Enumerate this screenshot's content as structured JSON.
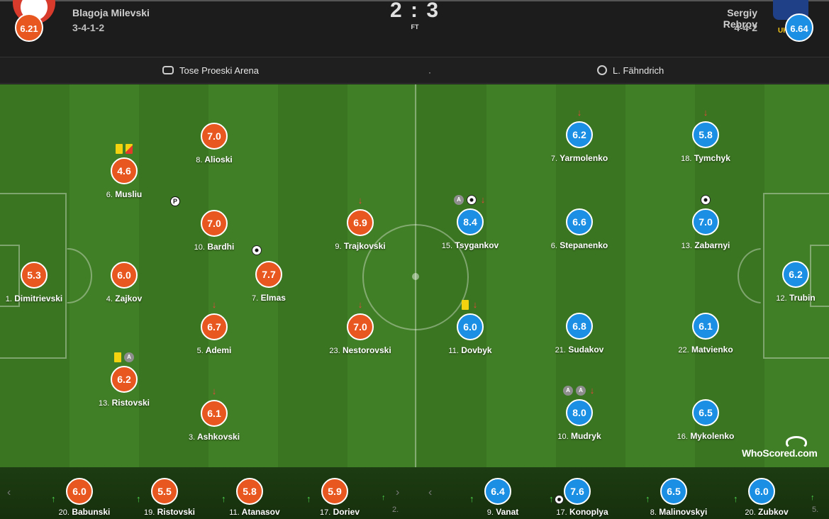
{
  "header": {
    "home": {
      "rating": "6.21",
      "coach": "Blagoja Milevski",
      "formation": "3-4-1-2"
    },
    "away": {
      "rating": "6.64",
      "coach": "Sergiy Rebrov",
      "formation": "4-4-2",
      "logo_text": "UK"
    },
    "score": "2 : 3",
    "status": "FT"
  },
  "venue": {
    "stadium": "Tose Proeski Arena",
    "separator": "·",
    "referee": "L. Fähndrich"
  },
  "colors": {
    "home": "#e8571f",
    "away": "#1a8fe3",
    "pitch_dark": "#3a7521",
    "pitch_light": "#417f26"
  },
  "home_players": [
    {
      "num": "1.",
      "name": "Dimitrievski",
      "rating": "5.3"
    },
    {
      "num": "6.",
      "name": "Musliu",
      "rating": "4.6"
    },
    {
      "num": "4.",
      "name": "Zajkov",
      "rating": "6.0"
    },
    {
      "num": "13.",
      "name": "Ristovski",
      "rating": "6.2"
    },
    {
      "num": "8.",
      "name": "Alioski",
      "rating": "7.0"
    },
    {
      "num": "10.",
      "name": "Bardhi",
      "rating": "7.0"
    },
    {
      "num": "5.",
      "name": "Ademi",
      "rating": "6.7"
    },
    {
      "num": "3.",
      "name": "Ashkovski",
      "rating": "6.1"
    },
    {
      "num": "7.",
      "name": "Elmas",
      "rating": "7.7"
    },
    {
      "num": "9.",
      "name": "Trajkovski",
      "rating": "6.9"
    },
    {
      "num": "23.",
      "name": "Nestorovski",
      "rating": "7.0"
    }
  ],
  "away_players": [
    {
      "num": "15.",
      "name": "Tsygankov",
      "rating": "8.4"
    },
    {
      "num": "11.",
      "name": "Dovbyk",
      "rating": "6.0"
    },
    {
      "num": "7.",
      "name": "Yarmolenko",
      "rating": "6.2"
    },
    {
      "num": "6.",
      "name": "Stepanenko",
      "rating": "6.6"
    },
    {
      "num": "21.",
      "name": "Sudakov",
      "rating": "6.8"
    },
    {
      "num": "10.",
      "name": "Mudryk",
      "rating": "8.0"
    },
    {
      "num": "18.",
      "name": "Tymchyk",
      "rating": "5.8"
    },
    {
      "num": "13.",
      "name": "Zabarnyi",
      "rating": "7.0"
    },
    {
      "num": "22.",
      "name": "Matvienko",
      "rating": "6.1"
    },
    {
      "num": "16.",
      "name": "Mykolenko",
      "rating": "6.5"
    },
    {
      "num": "12.",
      "name": "Trubin",
      "rating": "6.2"
    }
  ],
  "home_subs": [
    {
      "num": "20.",
      "name": "Babunski",
      "rating": "6.0"
    },
    {
      "num": "19.",
      "name": "Ristovski",
      "rating": "5.5"
    },
    {
      "num": "11.",
      "name": "Atanasov",
      "rating": "5.8"
    },
    {
      "num": "17.",
      "name": "Doriev",
      "rating": "5.9"
    }
  ],
  "away_subs": [
    {
      "num": "9.",
      "name": "Vanat",
      "rating": "6.4"
    },
    {
      "num": "17.",
      "name": "Konoplya",
      "rating": "7.6"
    },
    {
      "num": "8.",
      "name": "Malinovskyi",
      "rating": "6.5"
    },
    {
      "num": "20.",
      "name": "Zubkov",
      "rating": "6.0"
    }
  ],
  "event_labels": {
    "assist": "A",
    "penalty": "P",
    "sub_off": "↓",
    "sub_in": "↑"
  },
  "nav": {
    "prev": "‹",
    "next": "›"
  },
  "cut_labels": {
    "home_next": "2.",
    "away_next": "5."
  },
  "brand": "WhoScored.com"
}
